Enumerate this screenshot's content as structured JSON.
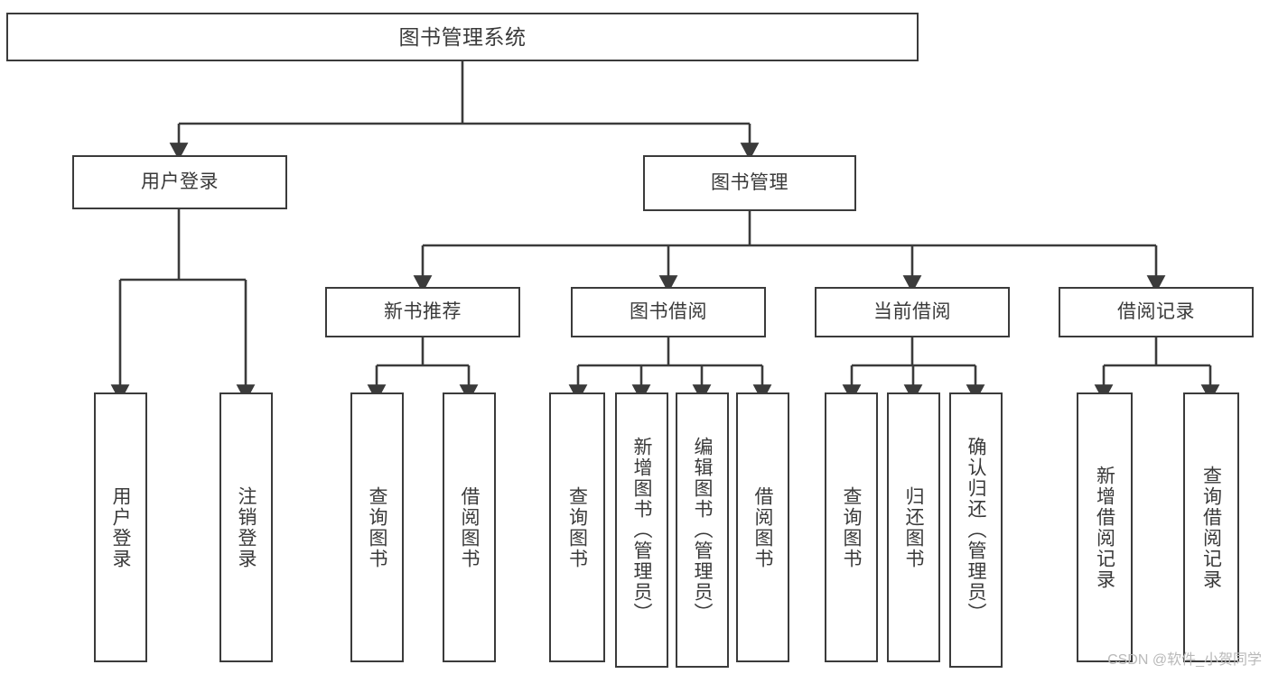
{
  "diagram": {
    "type": "tree-hierarchy",
    "title": "图书管理系统",
    "watermark": "CSDN @软件_小贺同学",
    "colors": {
      "stroke": "#3b3b3b",
      "fill": "#ffffff",
      "text": "#3a3a3a",
      "watermark": "#b9b9b9"
    },
    "nodes": {
      "root": {
        "label": "图书管理系统"
      },
      "level2": [
        {
          "id": "user-login",
          "label": "用户登录"
        },
        {
          "id": "book-manage",
          "label": "图书管理"
        }
      ],
      "level3": [
        {
          "id": "new-book-recommend",
          "label": "新书推荐"
        },
        {
          "id": "book-borrow",
          "label": "图书借阅"
        },
        {
          "id": "current-borrow",
          "label": "当前借阅"
        },
        {
          "id": "borrow-record",
          "label": "借阅记录"
        }
      ],
      "leaves": {
        "user-login": [
          {
            "id": "leaf-user-login",
            "label": "用户登录"
          },
          {
            "id": "leaf-logout-login",
            "label": "注销登录"
          }
        ],
        "new-book-recommend": [
          {
            "id": "leaf-query-book-1",
            "label": "查询图书"
          },
          {
            "id": "leaf-borrow-book-1",
            "label": "借阅图书"
          }
        ],
        "book-borrow": [
          {
            "id": "leaf-query-book-2",
            "label": "查询图书"
          },
          {
            "id": "leaf-add-book",
            "label": "新增图书（管理员）"
          },
          {
            "id": "leaf-edit-book",
            "label": "编辑图书（管理员）"
          },
          {
            "id": "leaf-borrow-book-2",
            "label": "借阅图书"
          }
        ],
        "current-borrow": [
          {
            "id": "leaf-query-book-3",
            "label": "查询图书"
          },
          {
            "id": "leaf-return-book",
            "label": "归还图书"
          },
          {
            "id": "leaf-confirm-return",
            "label": "确认归还（管理员）"
          }
        ],
        "borrow-record": [
          {
            "id": "leaf-add-record",
            "label": "新增借阅记录"
          },
          {
            "id": "leaf-query-record",
            "label": "查询借阅记录"
          }
        ]
      }
    }
  }
}
